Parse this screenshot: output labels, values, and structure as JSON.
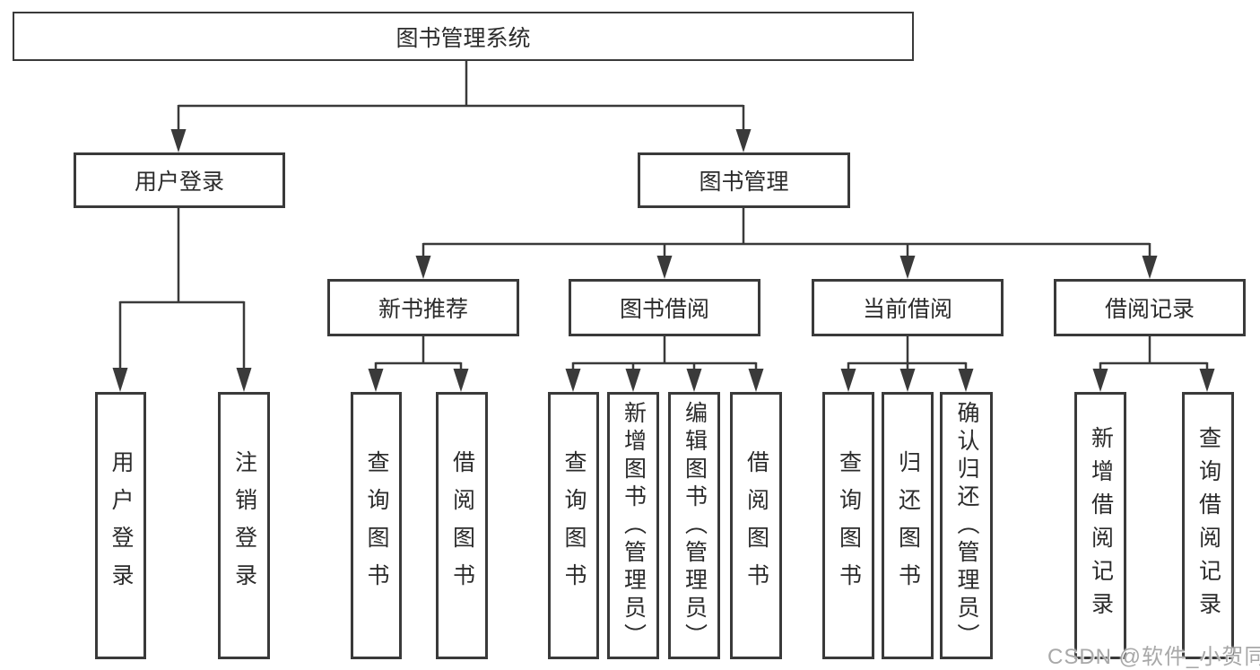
{
  "tree": {
    "label": "图书管理系统",
    "children": [
      {
        "label": "用户登录",
        "children": [
          {
            "label": "用户登录"
          },
          {
            "label": "注销登录"
          }
        ]
      },
      {
        "label": "图书管理",
        "children": [
          {
            "label": "新书推荐",
            "children": [
              {
                "label": "查询图书"
              },
              {
                "label": "借阅图书"
              }
            ]
          },
          {
            "label": "图书借阅",
            "children": [
              {
                "label": "查询图书"
              },
              {
                "label": "新增图书（管理员）"
              },
              {
                "label": "编辑图书（管理员）"
              },
              {
                "label": "借阅图书"
              }
            ]
          },
          {
            "label": "当前借阅",
            "children": [
              {
                "label": "查询图书"
              },
              {
                "label": "归还图书"
              },
              {
                "label": "确认归还（管理员）"
              }
            ]
          },
          {
            "label": "借阅记录",
            "children": [
              {
                "label": "新增借阅记录"
              },
              {
                "label": "查询借阅记录"
              }
            ]
          }
        ]
      }
    ]
  },
  "watermark": {
    "text": "CSDN @软件_小贺同学"
  },
  "colors": {
    "line": "#3a3a3a",
    "box_border": "#3a3a3a",
    "text": "#2b2b2b",
    "background": "#ffffff",
    "watermark": "#a8a8a8"
  }
}
